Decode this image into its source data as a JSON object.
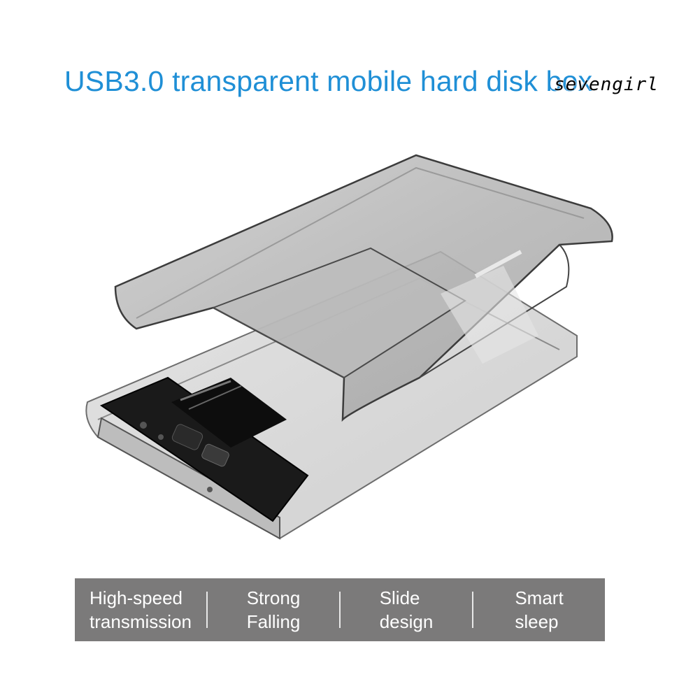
{
  "headline": "USB3.0 transparent mobile hard disk box",
  "watermark": "sevengirl",
  "features": [
    {
      "line1": "High-speed",
      "line2": "transmission"
    },
    {
      "line1": "Strong",
      "line2": "Falling"
    },
    {
      "line1": "Slide",
      "line2": "design"
    },
    {
      "line1": "Smart",
      "line2": "sleep"
    }
  ],
  "colors": {
    "headline": "#1f8fd6",
    "feature_bar": "#7b7a7a",
    "feature_text": "#ffffff"
  }
}
